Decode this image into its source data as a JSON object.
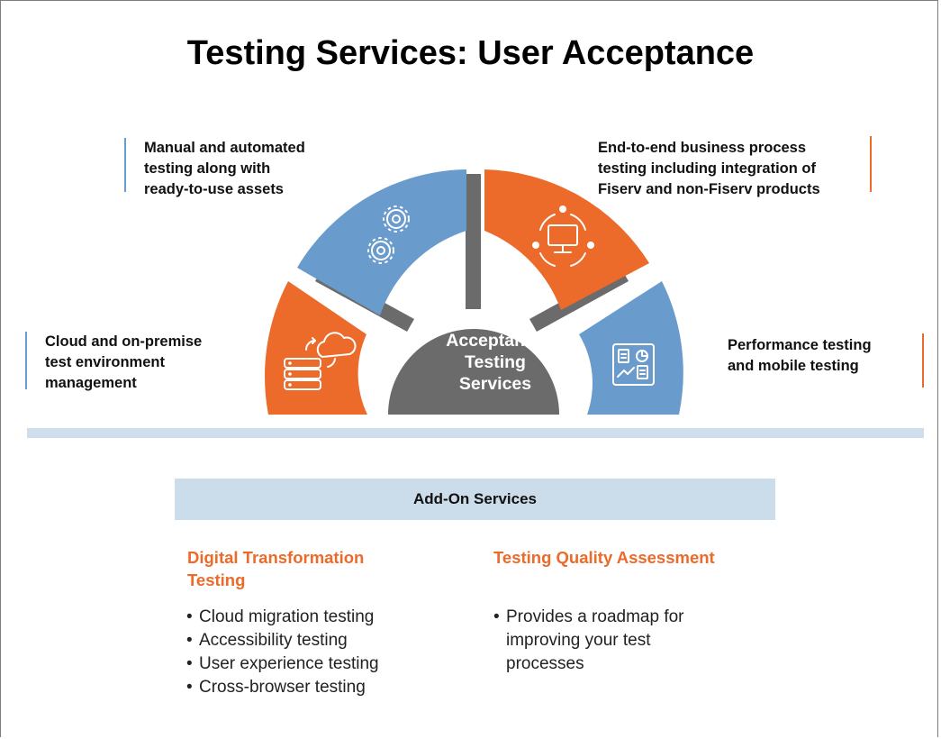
{
  "title": "Testing Services: User Acceptance",
  "hub": {
    "label": "User\nAcceptance\nTesting\nServices"
  },
  "callouts": {
    "manual": "Manual and automated\ntesting along with\nready-to-use assets",
    "endtoend": "End-to-end business process\ntesting including integration of\nFiserv and non-Fiserv products",
    "cloud": "Cloud and on-premise\ntest environment\nmanagement",
    "performance": "Performance testing\nand mobile testing"
  },
  "segments": [
    {
      "id": "cloud",
      "color": "#ec6a2a",
      "icon": "cloud-server-icon"
    },
    {
      "id": "manual",
      "color": "#6a9bcd",
      "icon": "gears-icon"
    },
    {
      "id": "endtoend",
      "color": "#ec6a2a",
      "icon": "monitor-cycle-icon"
    },
    {
      "id": "performance",
      "color": "#6a9bcd",
      "icon": "dashboard-icon"
    }
  ],
  "colors": {
    "orange": "#ec6a2a",
    "blue": "#6a9bcd",
    "gray": "#6b6b6b",
    "light_blue": "#cbdceb"
  },
  "addons": {
    "heading": "Add-On Services",
    "columns": [
      {
        "title": "Digital Transformation\nTesting",
        "items": [
          "Cloud migration testing",
          "Accessibility testing",
          "User experience testing",
          "Cross-browser testing"
        ]
      },
      {
        "title": "Testing Quality Assessment",
        "items": [
          "Provides a roadmap for\nimproving your test\nprocesses"
        ]
      }
    ]
  }
}
